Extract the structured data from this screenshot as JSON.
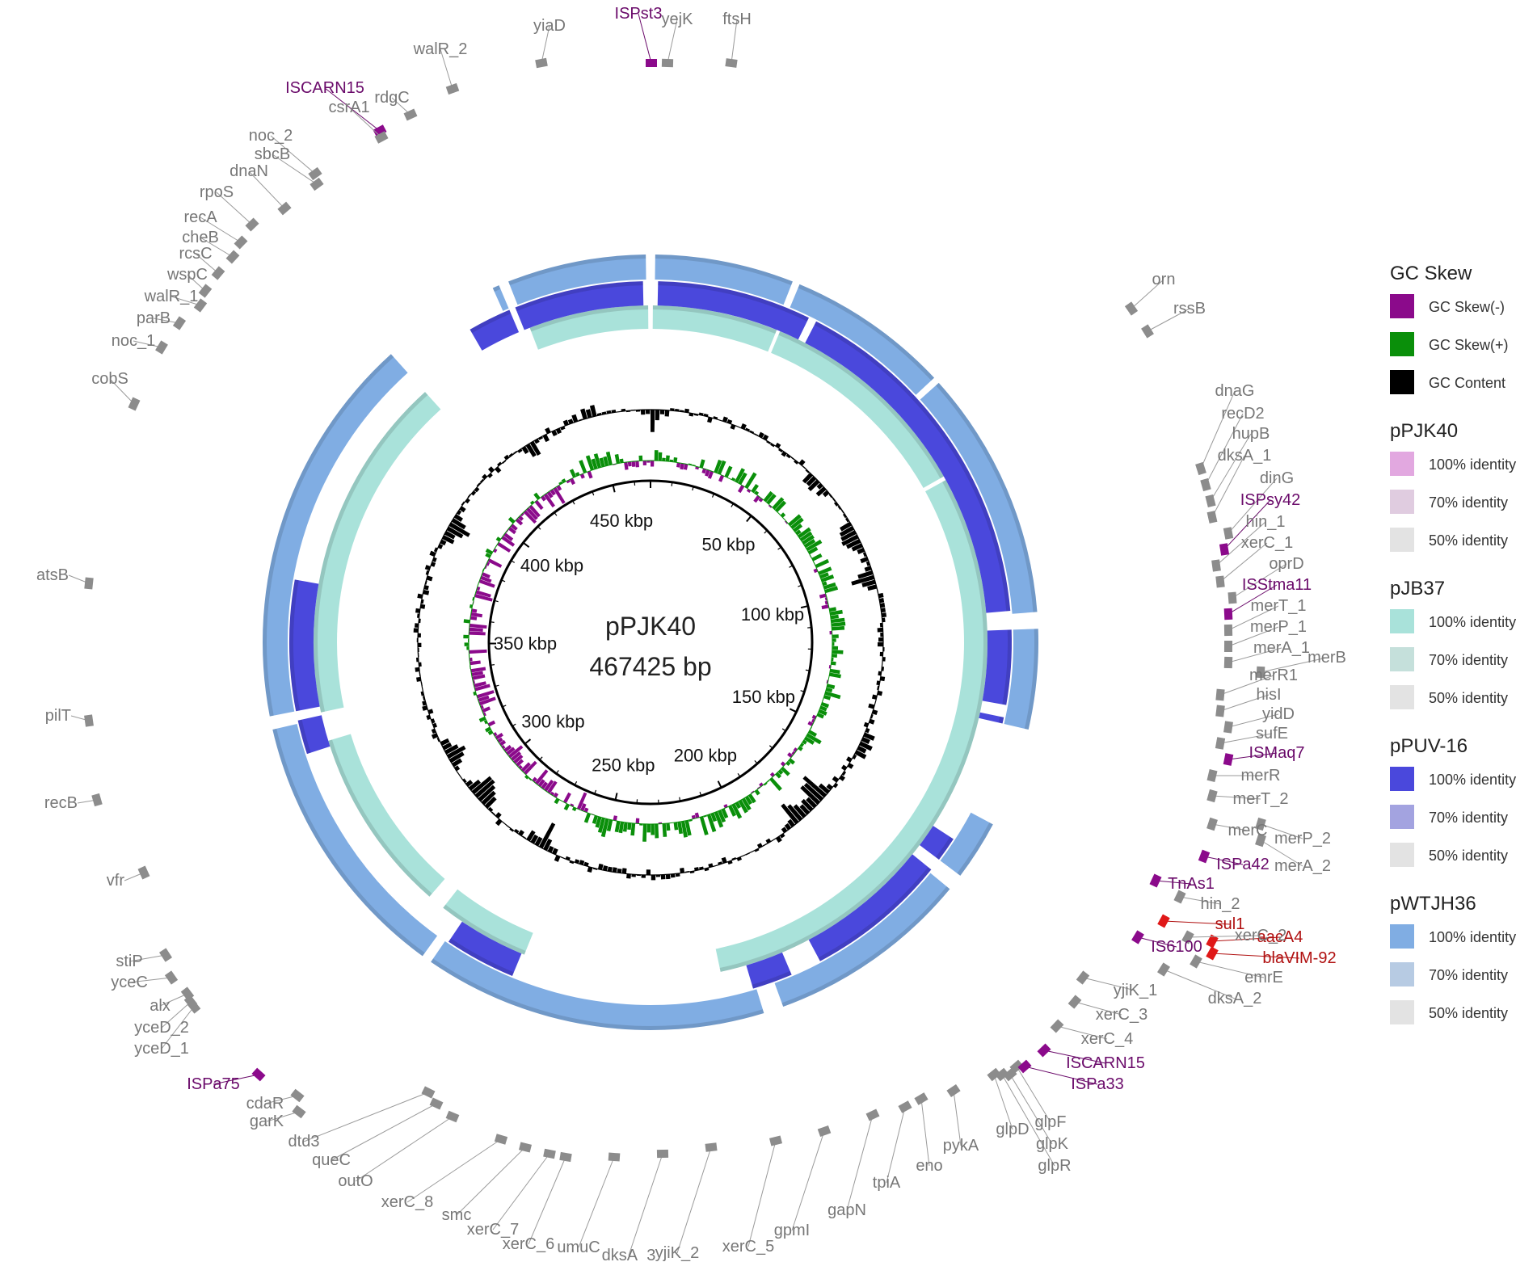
{
  "plasmid": {
    "name": "pPJK40",
    "length_label": "467425 bp",
    "length_bp": 467425
  },
  "ticks": [
    {
      "label": "50 kbp",
      "pos": 50000
    },
    {
      "label": "100 kbp",
      "pos": 100000
    },
    {
      "label": "150 kbp",
      "pos": 150000
    },
    {
      "label": "200 kbp",
      "pos": 200000
    },
    {
      "label": "250 kbp",
      "pos": 250000
    },
    {
      "label": "300 kbp",
      "pos": 300000
    },
    {
      "label": "350 kbp",
      "pos": 350000
    },
    {
      "label": "400 kbp",
      "pos": 400000
    },
    {
      "label": "450 kbp",
      "pos": 450000
    }
  ],
  "legend": [
    {
      "title": "GC Skew",
      "items": [
        {
          "label": "GC Skew(-)",
          "color": "#8b0a8b"
        },
        {
          "label": "GC Skew(+)",
          "color": "#0a8f0a"
        },
        {
          "label": "GC Content",
          "color": "#000000"
        }
      ]
    },
    {
      "title": "pPJK40",
      "items": [
        {
          "label": "100% identity",
          "color": "#e2a8e0"
        },
        {
          "label": "70% identity",
          "color": "#e0cce0"
        },
        {
          "label": "50% identity",
          "color": "#e3e3e3"
        }
      ]
    },
    {
      "title": "pJB37",
      "items": [
        {
          "label": "100% identity",
          "color": "#a9e2da"
        },
        {
          "label": "70% identity",
          "color": "#c5e0db"
        },
        {
          "label": "50% identity",
          "color": "#e3e3e3"
        }
      ]
    },
    {
      "title": "pPUV-16",
      "items": [
        {
          "label": "100% identity",
          "color": "#4a48dc"
        },
        {
          "label": "70% identity",
          "color": "#a3a3e0"
        },
        {
          "label": "50% identity",
          "color": "#e3e3e3"
        }
      ]
    },
    {
      "title": "pWTJH36",
      "items": [
        {
          "label": "100% identity",
          "color": "#80ade3"
        },
        {
          "label": "70% identity",
          "color": "#b7cbe3"
        },
        {
          "label": "50% identity",
          "color": "#e3e3e3"
        }
      ]
    }
  ],
  "rings": [
    {
      "name": "pPJK40",
      "color": "#e2a8e0",
      "gaps": []
    },
    {
      "name": "pJB37",
      "color": "#a9e2da",
      "gaps": [
        [
          -0.4,
          0.4
        ],
        [
          22.0,
          22.6
        ],
        [
          60.5,
          61.2
        ],
        [
          168.0,
          202.0
        ],
        [
          218.0,
          221.0
        ],
        [
          253.0,
          258.0
        ],
        [
          318.0,
          339.0
        ]
      ]
    },
    {
      "name": "pPUV-16",
      "color": "#4a48dc",
      "gaps": [
        [
          -1.2,
          1.2
        ],
        [
          26.0,
          27.3
        ],
        [
          85.0,
          88.0
        ],
        [
          100.0,
          102.0
        ],
        [
          103.0,
          123.0
        ],
        [
          127.0,
          129.0
        ],
        [
          152.0,
          157.0
        ],
        [
          163.5,
          202.5
        ],
        [
          214.0,
          252.0
        ],
        [
          257.5,
          259.0
        ],
        [
          280.0,
          330.0
        ],
        [
          337.0,
          338.0
        ]
      ]
    },
    {
      "name": "pWTJH36",
      "color": "#80ade3",
      "gaps": [
        [
          -0.7,
          0.7
        ],
        [
          21.5,
          22.6
        ],
        [
          47.0,
          48.0
        ],
        [
          85.5,
          88.0
        ],
        [
          103.0,
          118.0
        ],
        [
          127.0,
          129.5
        ],
        [
          160.0,
          163.0
        ],
        [
          214.5,
          216.0
        ],
        [
          257.0,
          259.0
        ],
        [
          318.0,
          336.0
        ],
        [
          337.0,
          338.5
        ]
      ]
    }
  ],
  "genes": [
    {
      "name": "ftsH",
      "color": "#777777"
    },
    {
      "name": "yejK",
      "color": "#777777"
    },
    {
      "name": "ISPst3",
      "color": "#6a0a6a"
    },
    {
      "name": "yiaD",
      "color": "#777777"
    },
    {
      "name": "walR_2",
      "color": "#777777"
    },
    {
      "name": "rdgC",
      "color": "#777777"
    },
    {
      "name": "ISCARN15",
      "color": "#6a0a6a"
    },
    {
      "name": "csrA1",
      "color": "#777777"
    },
    {
      "name": "noc_2",
      "color": "#777777"
    },
    {
      "name": "sbcB",
      "color": "#777777"
    },
    {
      "name": "dnaN",
      "color": "#777777"
    },
    {
      "name": "rpoS",
      "color": "#777777"
    },
    {
      "name": "recA",
      "color": "#777777"
    },
    {
      "name": "cheB",
      "color": "#777777"
    },
    {
      "name": "rcsC",
      "color": "#777777"
    },
    {
      "name": "wspC",
      "color": "#777777"
    },
    {
      "name": "walR_1",
      "color": "#777777"
    },
    {
      "name": "parB",
      "color": "#777777"
    },
    {
      "name": "noc_1",
      "color": "#777777"
    },
    {
      "name": "cobS",
      "color": "#777777"
    },
    {
      "name": "atsB",
      "color": "#777777"
    },
    {
      "name": "pilT",
      "color": "#777777"
    },
    {
      "name": "recB",
      "color": "#777777"
    },
    {
      "name": "vfr",
      "color": "#777777"
    },
    {
      "name": "stiP",
      "color": "#777777"
    },
    {
      "name": "yceC",
      "color": "#777777"
    },
    {
      "name": "alx",
      "color": "#777777"
    },
    {
      "name": "yceD_2",
      "color": "#777777"
    },
    {
      "name": "yceD_1",
      "color": "#777777"
    },
    {
      "name": "ISPa75",
      "color": "#6a0a6a"
    },
    {
      "name": "cdaR",
      "color": "#777777"
    },
    {
      "name": "garK",
      "color": "#777777"
    },
    {
      "name": "dtd3",
      "color": "#777777"
    },
    {
      "name": "queC",
      "color": "#777777"
    },
    {
      "name": "outO",
      "color": "#777777"
    },
    {
      "name": "xerC_8",
      "color": "#777777"
    },
    {
      "name": "smc",
      "color": "#777777"
    },
    {
      "name": "xerC_7",
      "color": "#777777"
    },
    {
      "name": "xerC_6",
      "color": "#777777"
    },
    {
      "name": "umuC",
      "color": "#777777"
    },
    {
      "name": "dksA_3",
      "color": "#777777"
    },
    {
      "name": "yjiK_2",
      "color": "#777777"
    },
    {
      "name": "xerC_5",
      "color": "#777777"
    },
    {
      "name": "gpmI",
      "color": "#777777"
    },
    {
      "name": "gapN",
      "color": "#777777"
    },
    {
      "name": "tpiA",
      "color": "#777777"
    },
    {
      "name": "eno",
      "color": "#777777"
    },
    {
      "name": "pykA",
      "color": "#777777"
    },
    {
      "name": "glpD",
      "color": "#777777"
    },
    {
      "name": "glpF",
      "color": "#777777"
    },
    {
      "name": "glpK",
      "color": "#777777"
    },
    {
      "name": "glpR",
      "color": "#777777"
    },
    {
      "name": "ISPa33",
      "color": "#6a0a6a"
    },
    {
      "name": "ISCARN15",
      "color": "#6a0a6a"
    },
    {
      "name": "xerC_4",
      "color": "#777777"
    },
    {
      "name": "xerC_3",
      "color": "#777777"
    },
    {
      "name": "yjiK_1",
      "color": "#777777"
    },
    {
      "name": "dksA_2",
      "color": "#777777"
    },
    {
      "name": "emrE",
      "color": "#777777"
    },
    {
      "name": "blaVIM-92",
      "color": "#b01010"
    },
    {
      "name": "aacA4",
      "color": "#b01010"
    },
    {
      "name": "xerC_2",
      "color": "#777777"
    },
    {
      "name": "sul1",
      "color": "#b01010"
    },
    {
      "name": "IS6100",
      "color": "#6a0a6a"
    },
    {
      "name": "hin_2",
      "color": "#777777"
    },
    {
      "name": "TnAs1",
      "color": "#6a0a6a"
    },
    {
      "name": "ISPa42",
      "color": "#6a0a6a"
    },
    {
      "name": "merA_2",
      "color": "#777777"
    },
    {
      "name": "merC",
      "color": "#777777"
    },
    {
      "name": "merP_2",
      "color": "#777777"
    },
    {
      "name": "merT_2",
      "color": "#777777"
    },
    {
      "name": "merR",
      "color": "#777777"
    },
    {
      "name": "ISMaq7",
      "color": "#6a0a6a"
    },
    {
      "name": "sufE",
      "color": "#777777"
    },
    {
      "name": "yidD",
      "color": "#777777"
    },
    {
      "name": "hisI",
      "color": "#777777"
    },
    {
      "name": "merR1",
      "color": "#777777"
    },
    {
      "name": "merB",
      "color": "#777777"
    },
    {
      "name": "merA_1",
      "color": "#777777"
    },
    {
      "name": "merP_1",
      "color": "#777777"
    },
    {
      "name": "merT_1",
      "color": "#777777"
    },
    {
      "name": "ISStma11",
      "color": "#6a0a6a"
    },
    {
      "name": "oprD",
      "color": "#777777"
    },
    {
      "name": "xerC_1",
      "color": "#777777"
    },
    {
      "name": "hin_1",
      "color": "#777777"
    },
    {
      "name": "ISPsy42",
      "color": "#6a0a6a"
    },
    {
      "name": "dinG",
      "color": "#777777"
    },
    {
      "name": "dksA_1",
      "color": "#777777"
    },
    {
      "name": "hupB",
      "color": "#777777"
    },
    {
      "name": "recD2",
      "color": "#777777"
    },
    {
      "name": "dnaG",
      "color": "#777777"
    },
    {
      "name": "rssB",
      "color": "#777777"
    },
    {
      "name": "orn",
      "color": "#777777"
    }
  ]
}
